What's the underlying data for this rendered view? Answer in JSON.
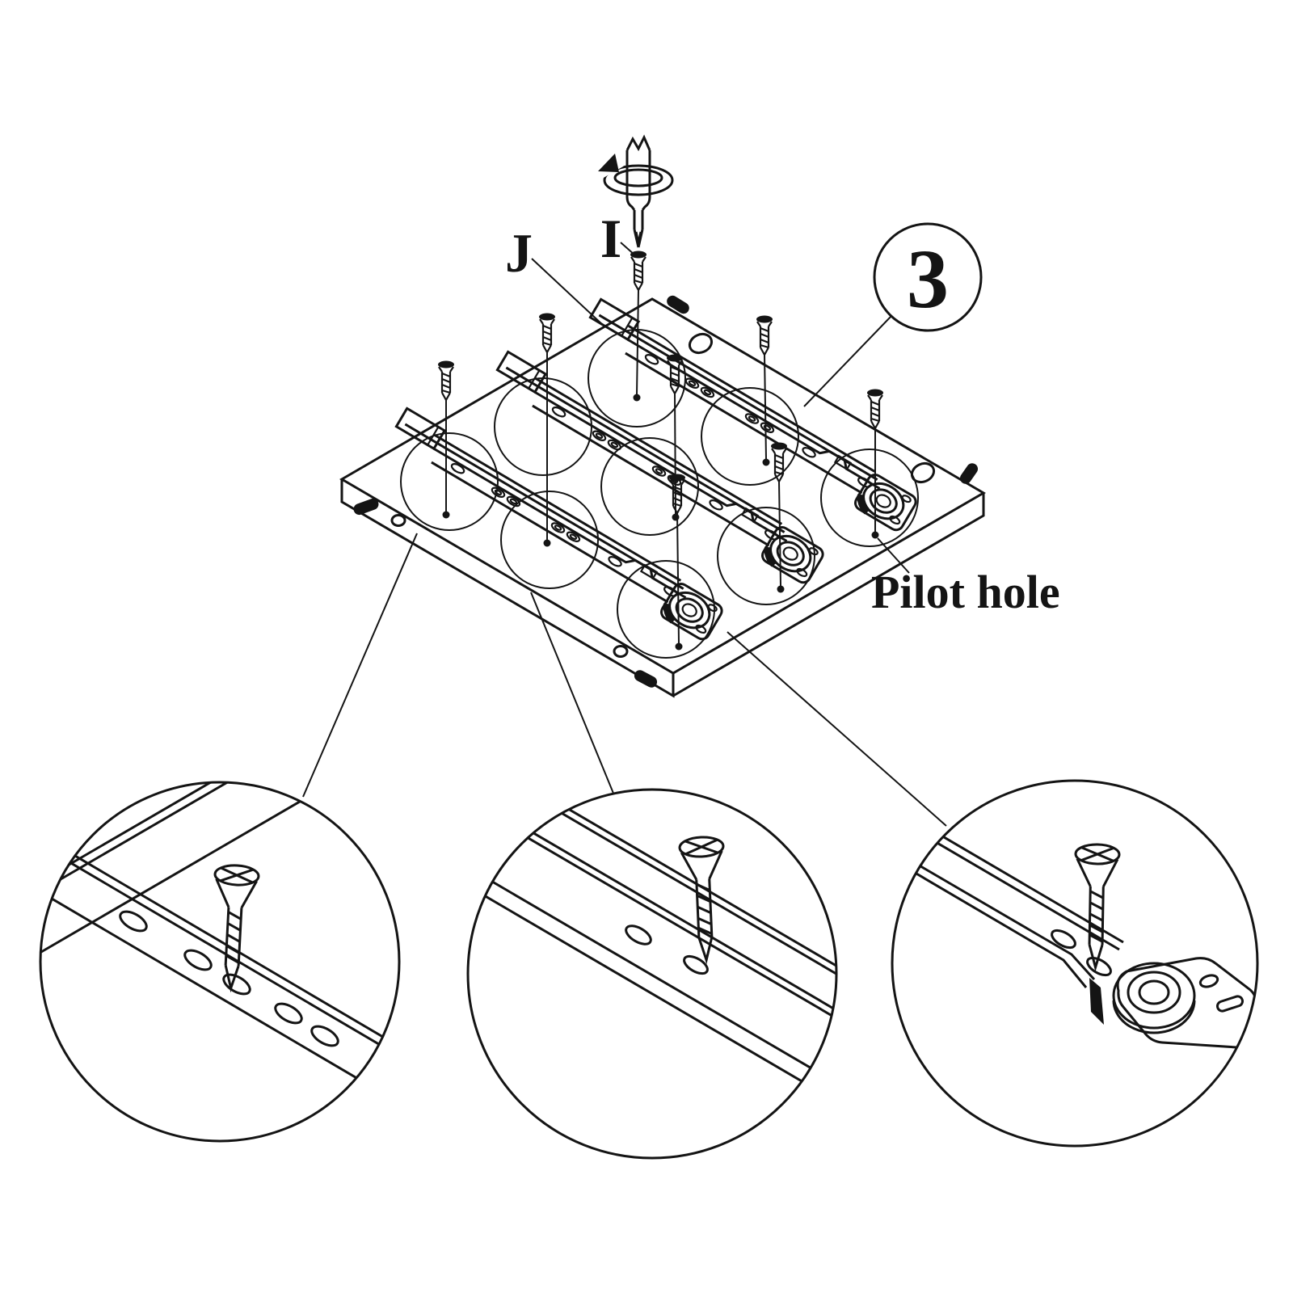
{
  "page": {
    "background": "#ffffff",
    "ink": "#141414",
    "description": "Assembly step diagram: attach three drawer slide rails to panel 3 with screws into pilot holes"
  },
  "labels": {
    "rail_part": "J",
    "screw_part": "I",
    "panel_part": "3",
    "pilot_hole": "Pilot hole"
  }
}
